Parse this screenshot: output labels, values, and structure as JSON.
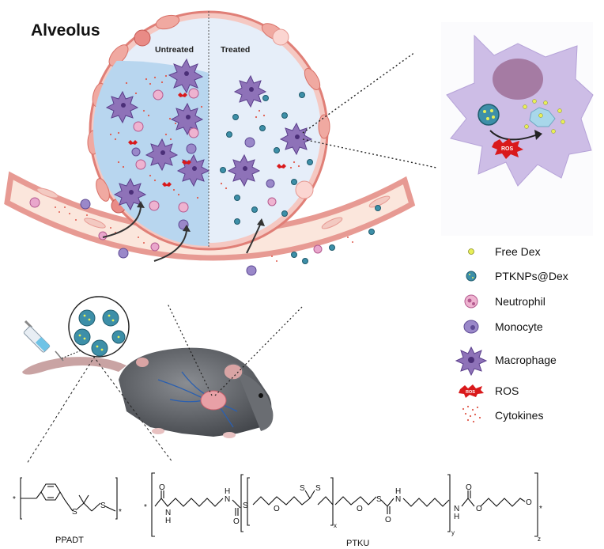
{
  "diagram": {
    "title": "Alveolus",
    "left_half_label": "Untreated",
    "right_half_label": "Treated",
    "ros_label": "ROS"
  },
  "legend": {
    "items": [
      {
        "label": "Free Dex",
        "icon": "free-dex-icon"
      },
      {
        "label": "PTKNPs@Dex",
        "icon": "nanoparticle-icon"
      },
      {
        "label": "Neutrophil",
        "icon": "neutrophil-icon"
      },
      {
        "label": "Monocyte",
        "icon": "monocyte-icon"
      },
      {
        "label": "Macrophage",
        "icon": "macrophage-icon"
      },
      {
        "label": "ROS",
        "icon": "ros-icon"
      },
      {
        "label": "Cytokines",
        "icon": "cytokines-icon"
      }
    ]
  },
  "chemistry": {
    "ppadt": {
      "name": "PPADT",
      "atom_s": "S",
      "star": "*"
    },
    "ptku": {
      "name": "PTKU",
      "atom_s": "S",
      "atom_o": "O",
      "atom_n": "N",
      "atom_h": "H",
      "sub_x": "x",
      "sub_y": "y",
      "sub_z": "z",
      "star": "*"
    }
  },
  "colors": {
    "alveolus_fill": "#e6eef9",
    "fluid": "#b8d6ef",
    "wall": "#e79a93",
    "vessel": "#fbe6dc",
    "macrophage": "#8e72b8",
    "nanoparticle": "#3d8fa8",
    "free_dex": "#e8ef57",
    "ros": "#d9191b",
    "mouse": "#5d6066"
  }
}
